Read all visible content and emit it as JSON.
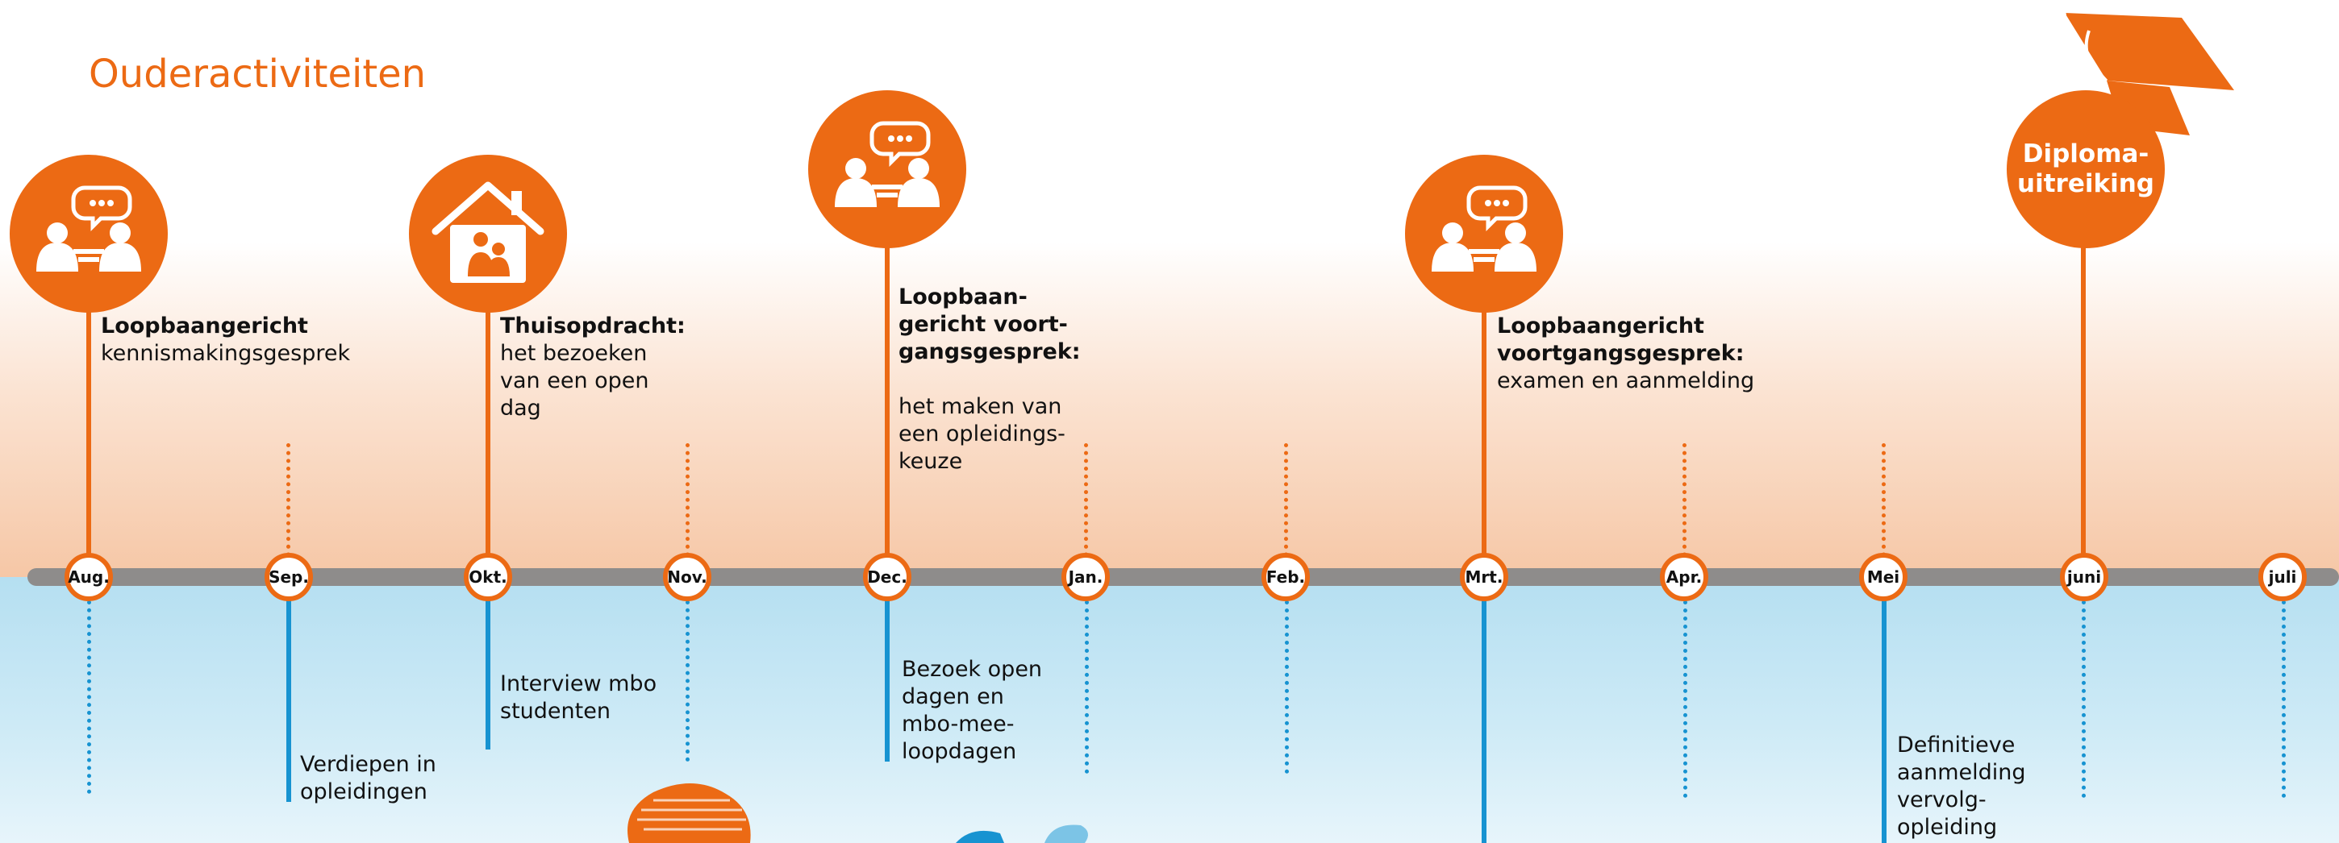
{
  "title": "Ouderactiviteiten",
  "colors": {
    "orange": "#ec6a14",
    "blue": "#1793d1",
    "timeline": "#8e8c8b"
  },
  "months": [
    "Aug.",
    "Sep.",
    "Okt.",
    "Nov.",
    "Dec.",
    "Jan.",
    "Feb.",
    "Mrt.",
    "Apr.",
    "Mei",
    "juni",
    "juli"
  ],
  "top_events": [
    {
      "month": "Aug.",
      "icon": "conversation-icon",
      "title": "Loopbaangericht",
      "text": "kennismakingsgesprek"
    },
    {
      "month": "Okt.",
      "icon": "house-family-icon",
      "title": "Thuisopdracht:",
      "text": "het bezoeken\nvan een open\ndag"
    },
    {
      "month": "Dec.",
      "icon": "conversation-icon",
      "title": "Loopbaan-\ngericht voort-\ngangsgesprek:",
      "text": "het maken van\neen opleidings-\nkeuze"
    },
    {
      "month": "Mrt.",
      "icon": "conversation-icon",
      "title": "Loopbaangericht\nvoortgangsgesprek:",
      "text": "examen en aanmelding"
    },
    {
      "month": "juni",
      "icon": "graduation-cap-icon",
      "title": "Diploma-\nuitreiking",
      "text": ""
    }
  ],
  "bottom_events": [
    {
      "month": "Sep.",
      "text": "Verdiepen in\nopleidingen"
    },
    {
      "month": "Okt.",
      "text": "Interview mbo\nstudenten"
    },
    {
      "month": "Dec.",
      "text": "Bezoek open\ndagen en\nmbo-mee-\nloopdagen"
    },
    {
      "month": "Mei",
      "text": "Definitieve\naanmelding\nvervolg-\nopleiding"
    }
  ]
}
